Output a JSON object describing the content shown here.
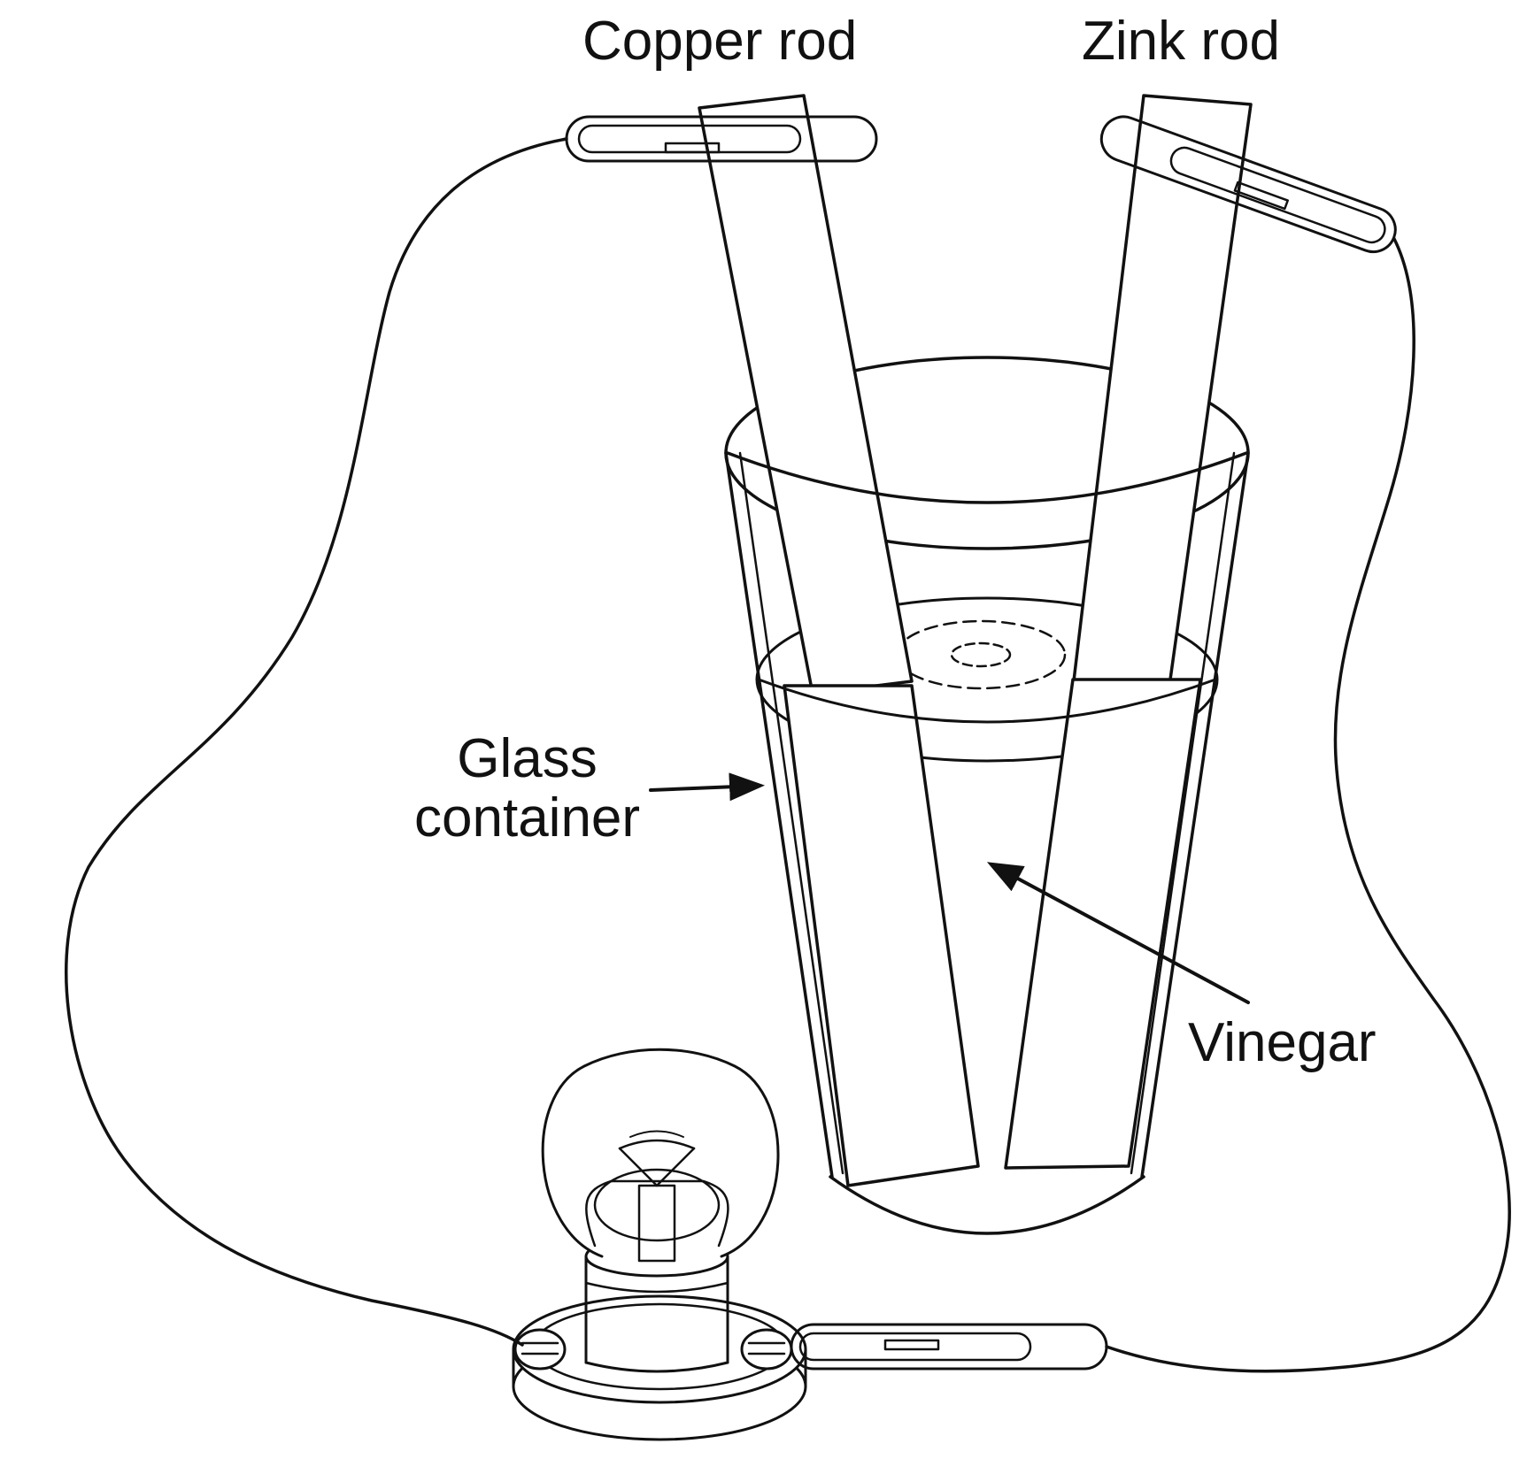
{
  "labels": {
    "copper_rod": "Copper rod",
    "zink_rod": "Zink rod",
    "glass_line1": "Glass",
    "glass_line2": "container",
    "vinegar": "Vinegar"
  },
  "colors": {
    "ink": "#111111",
    "background": "#ffffff"
  }
}
